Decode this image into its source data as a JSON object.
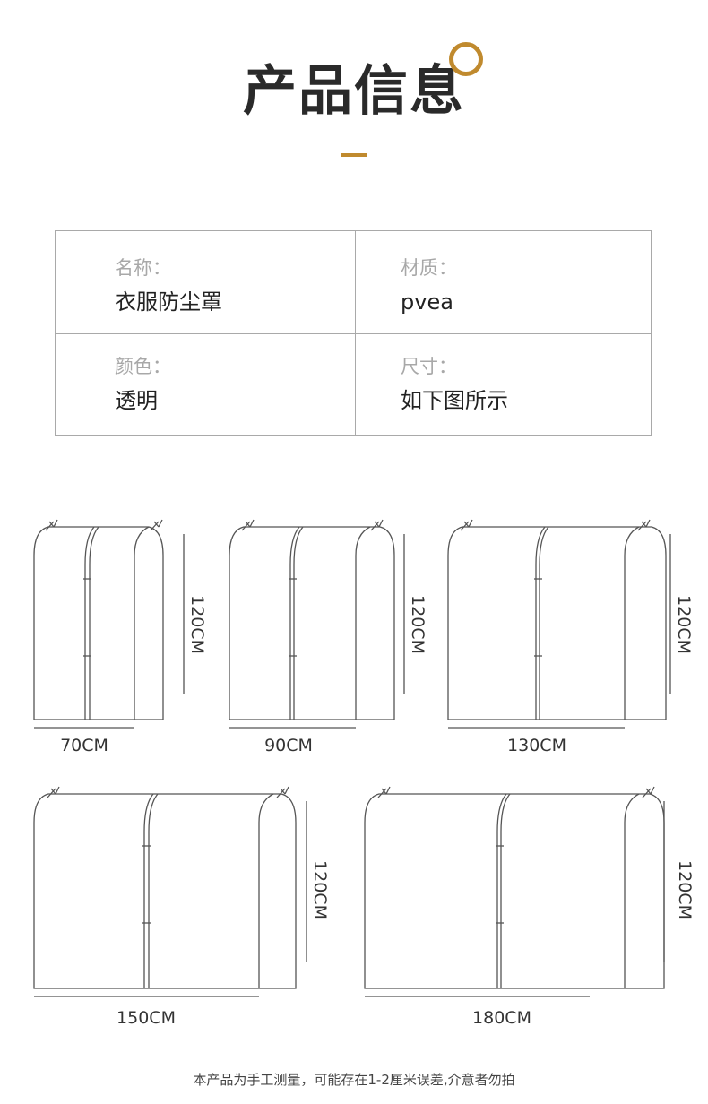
{
  "title": "产品信息",
  "colors": {
    "accent": "#c08a2e",
    "border": "#a9a9a9",
    "label": "#a8a8a8"
  },
  "specs": [
    {
      "label": "名称：",
      "value": "衣服防尘罩"
    },
    {
      "label": "材质：",
      "value": "pvea"
    },
    {
      "label": "颜色：",
      "value": "透明"
    },
    {
      "label": "尺寸：",
      "value": "如下图所示"
    }
  ],
  "sizes": [
    {
      "width": "70CM",
      "height": "120CM"
    },
    {
      "width": "90CM",
      "height": "120CM"
    },
    {
      "width": "130CM",
      "height": "120CM"
    },
    {
      "width": "150CM",
      "height": "120CM"
    },
    {
      "width": "180CM",
      "height": "120CM"
    }
  ],
  "note": "本产品为手工测量，可能存在1-2厘米误差,介意者勿拍"
}
